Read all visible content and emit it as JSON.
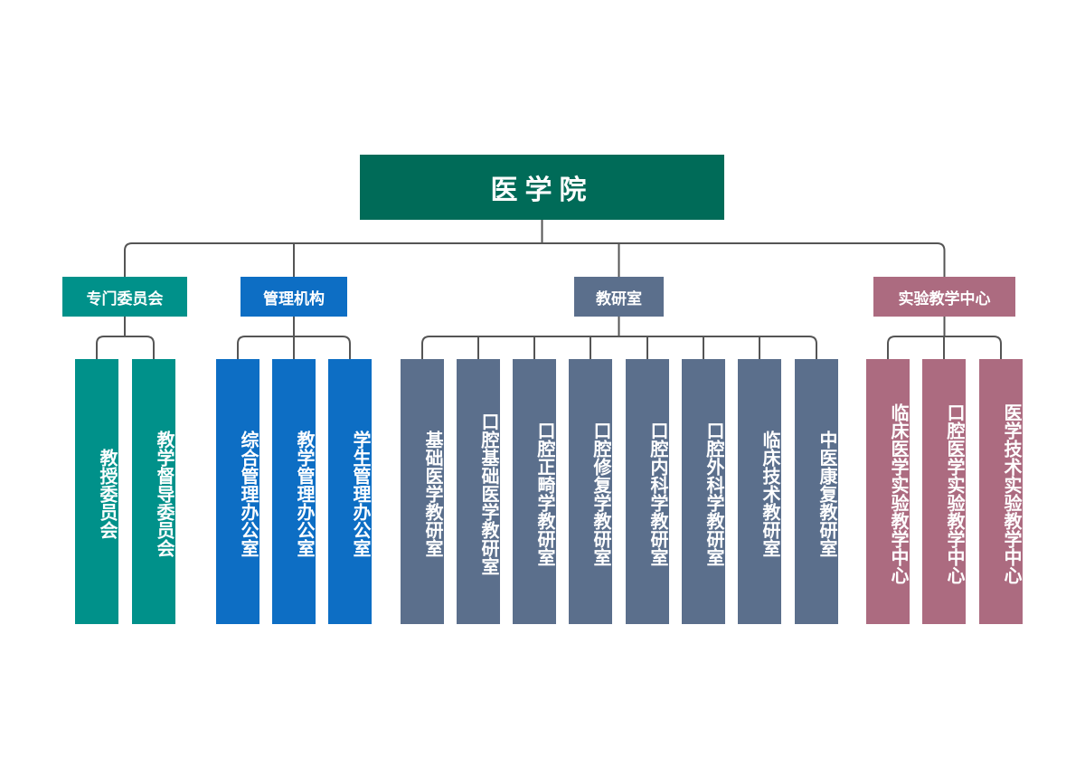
{
  "root": {
    "label": "医学院",
    "color": "#006b58"
  },
  "groups": [
    {
      "label": "专门委员会",
      "color": "#00918a",
      "children": [
        "教授委员会",
        "教学督导委员会"
      ]
    },
    {
      "label": "管理机构",
      "color": "#0d6ec4",
      "children": [
        "综合管理办公室",
        "教学管理办公室",
        "学生管理办公室"
      ]
    },
    {
      "label": "教研室",
      "color": "#5b6f8c",
      "children": [
        "基础医学教研室",
        "口腔基础医学教研室",
        "口腔正畸学教研室",
        "口腔修复学教研室",
        "口腔内科学教研室",
        "口腔外科学教研室",
        "临床技术教研室",
        "中医康复教研室"
      ]
    },
    {
      "label": "实验教学中心",
      "color": "#ac6b80",
      "children": [
        "临床医学实验教学中心",
        "口腔医学实验教学中心",
        "医学技术实验教学中心"
      ]
    }
  ],
  "line_color": "#555555"
}
